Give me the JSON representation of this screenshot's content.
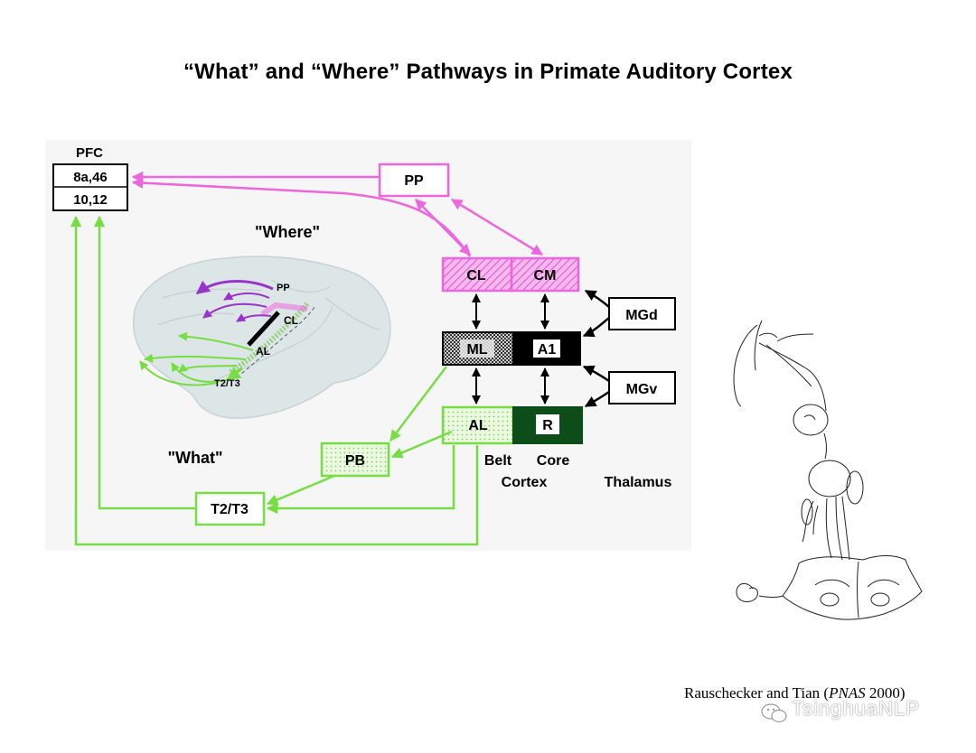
{
  "title": "“What” and “Where” Pathways in Primate Auditory Cortex",
  "pfc": {
    "label": "PFC",
    "top": "8a,46",
    "bottom": "10,12"
  },
  "stream_labels": {
    "where": "\"Where\"",
    "what": "\"What\""
  },
  "brain_labels": {
    "pp": "PP",
    "cl": "CL",
    "al": "AL",
    "t2t3": "T2/T3"
  },
  "boxes": {
    "pp": "PP",
    "cl": "CL",
    "cm": "CM",
    "ml": "ML",
    "a1": "A1",
    "al": "AL",
    "r": "R",
    "mgd": "MGd",
    "mgv": "MGv",
    "pb": "PB",
    "t2t3": "T2/T3"
  },
  "column_labels": {
    "belt": "Belt",
    "core": "Core",
    "cortex": "Cortex",
    "thalamus": "Thalamus"
  },
  "citation": {
    "authors": "Rauschecker and Tian (",
    "journal": "PNAS",
    "year": " 2000)"
  },
  "watermark": "TsinghuaNLP",
  "colors": {
    "where": "#ee66dd",
    "what": "#77dd44",
    "core_dark": "#0d4d1a",
    "panel_bg": "#f6f6f6"
  }
}
